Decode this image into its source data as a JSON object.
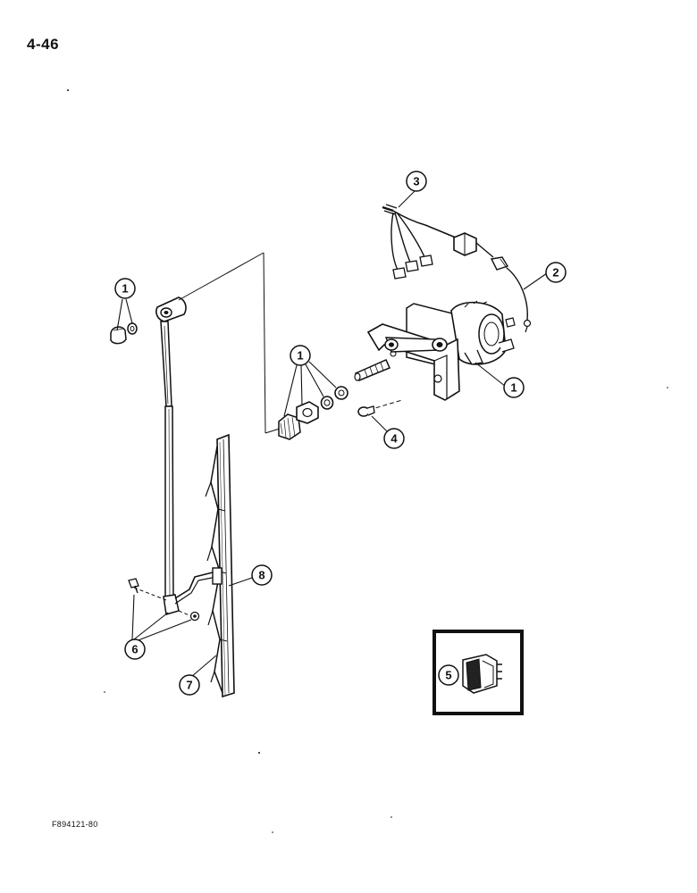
{
  "page": {
    "number": "4-46",
    "figure_code": "F894121-80"
  },
  "callouts": [
    {
      "id": "nut-washer-top",
      "label": "1"
    },
    {
      "id": "shaft-hardware",
      "label": "1"
    },
    {
      "id": "wiper-motor",
      "label": "1"
    },
    {
      "id": "ground-wire",
      "label": "2"
    },
    {
      "id": "wiring-harness",
      "label": "3"
    },
    {
      "id": "mounting-bolt",
      "label": "4"
    },
    {
      "id": "wiper-switch",
      "label": "5"
    },
    {
      "id": "blade-fasteners",
      "label": "6"
    },
    {
      "id": "blade-lower",
      "label": "7"
    },
    {
      "id": "blade-upper",
      "label": "8"
    }
  ],
  "colors": {
    "ink": "#111111",
    "paper": "#ffffff",
    "shade": "#555555"
  }
}
